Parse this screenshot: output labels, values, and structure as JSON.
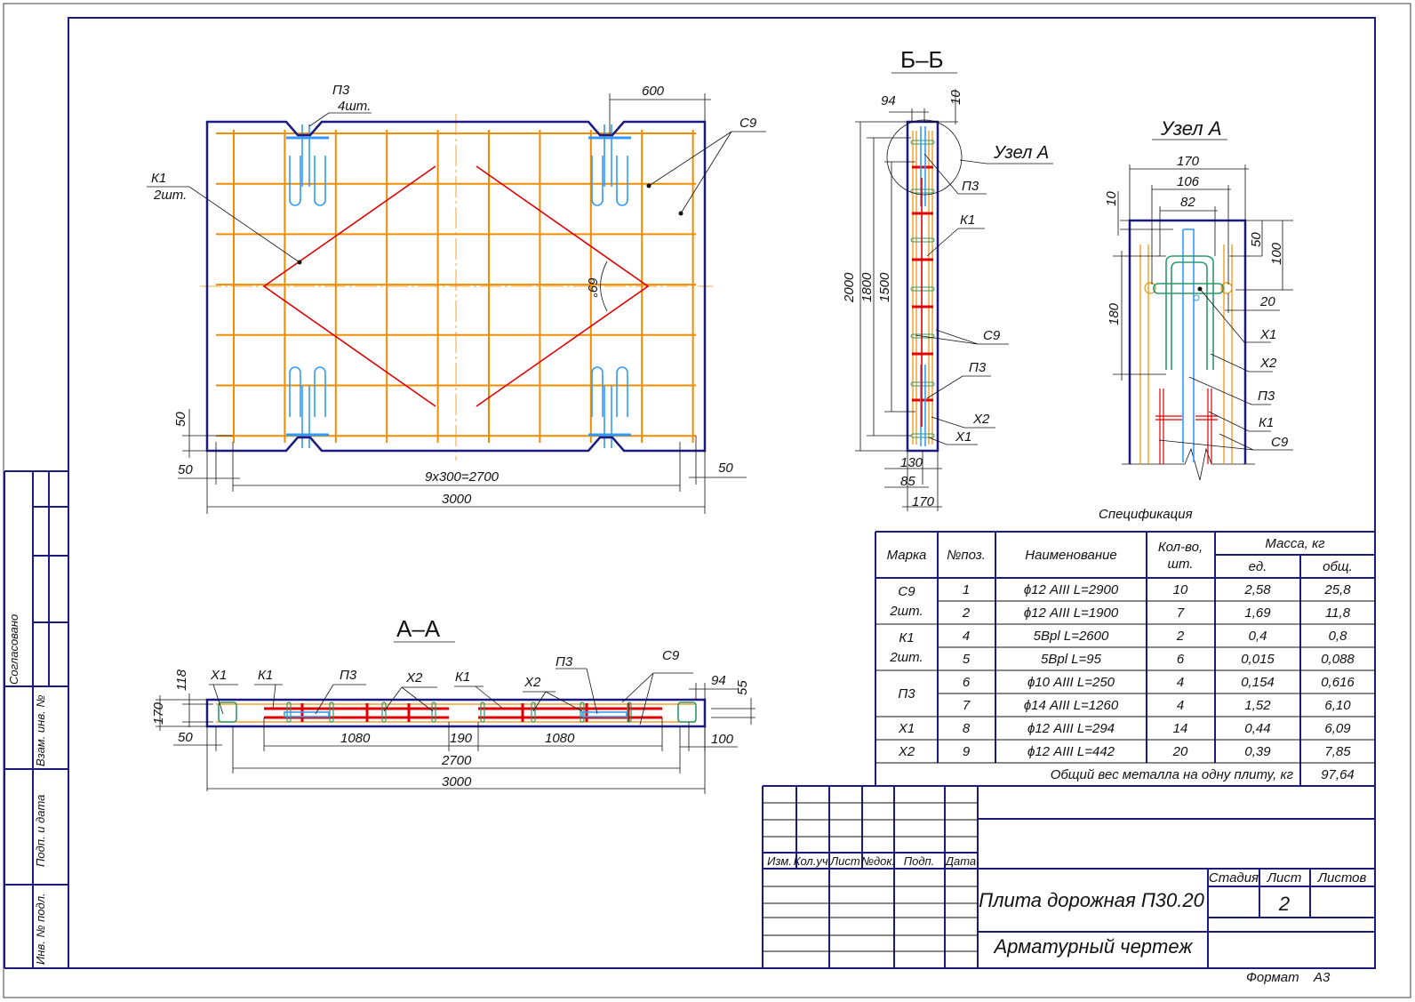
{
  "plan": {
    "labels": {
      "p3": "П3",
      "p3_count": "4шт.",
      "k1": "К1",
      "k1_count": "2шт.",
      "c9": "С9"
    },
    "dims": {
      "d600": "600",
      "d50_left_v": "50",
      "d50_left_h": "50",
      "d50_right": "50",
      "d2700": "9х300=2700",
      "d3000": "3000",
      "angle": "69°"
    }
  },
  "section_bb": {
    "title": "Б–Б",
    "node_callout": "Узел А",
    "labels": {
      "p3_top": "П3",
      "k1": "К1",
      "c9": "С9",
      "p3_bottom": "П3",
      "x2": "Х2",
      "x1": "Х1"
    },
    "dims": {
      "d94": "94",
      "d10": "10",
      "d2000": "2000",
      "d1800": "1800",
      "d1500": "1500",
      "d130": "130",
      "d85": "85",
      "d170": "170"
    }
  },
  "node_a": {
    "title": "Узел А",
    "dims": {
      "d170": "170",
      "d106": "106",
      "d82": "82",
      "d10": "10",
      "d50": "50",
      "d100": "100",
      "d20": "20",
      "d180": "180"
    },
    "labels": {
      "x1": "Х1",
      "x2": "Х2",
      "p3": "П3",
      "k1": "К1",
      "c9": "С9"
    }
  },
  "section_aa": {
    "title": "А–А",
    "labels": {
      "x1": "Х1",
      "k1_left": "К1",
      "p3_left": "П3",
      "x2_left": "Х2",
      "k1_right": "К1",
      "x2_right": "Х2",
      "p3_right": "П3",
      "c9": "С9"
    },
    "dims": {
      "d118": "118",
      "d170": "170",
      "d50": "50",
      "d1080_left": "1080",
      "d190": "190",
      "d1080_right": "1080",
      "d2700": "2700",
      "d3000": "3000",
      "d94": "94",
      "d55": "55",
      "d100": "100"
    }
  },
  "spec": {
    "title": "Спецификация",
    "headers": {
      "mark": "Марка",
      "pos": "№поз.",
      "name": "Наименование",
      "qty_line1": "Кол-во,",
      "qty_line2": "шт.",
      "mass": "Масса, кг",
      "mass_unit": "ед.",
      "mass_total": "общ."
    },
    "groups": [
      {
        "mark": "С9",
        "mark_count": "2шт."
      },
      {
        "mark": "К1",
        "mark_count": "2шт."
      },
      {
        "mark": "П3"
      },
      {
        "mark": "Х1"
      },
      {
        "mark": "Х2"
      }
    ],
    "rows": [
      {
        "pos": "1",
        "name": "ϕ12 AIII L=2900",
        "qty": "10",
        "unit": "2,58",
        "total": "25,8"
      },
      {
        "pos": "2",
        "name": "ϕ12 AIII L=1900",
        "qty": "7",
        "unit": "1,69",
        "total": "11,8"
      },
      {
        "pos": "4",
        "name": "5Bpl L=2600",
        "qty": "2",
        "unit": "0,4",
        "total": "0,8"
      },
      {
        "pos": "5",
        "name": "5Bpl L=95",
        "qty": "6",
        "unit": "0,015",
        "total": "0,088"
      },
      {
        "pos": "6",
        "name": "ϕ10 AIII L=250",
        "qty": "4",
        "unit": "0,154",
        "total": "0,616"
      },
      {
        "pos": "7",
        "name": "ϕ14 AIII L=1260",
        "qty": "4",
        "unit": "1,52",
        "total": "6,10"
      },
      {
        "pos": "8",
        "name": "ϕ12 AIII L=294",
        "qty": "14",
        "unit": "0,44",
        "total": "6,09"
      },
      {
        "pos": "9",
        "name": "ϕ12 AIII L=442",
        "qty": "20",
        "unit": "0,39",
        "total": "7,85"
      }
    ],
    "total_label": "Общий вес металла на одну плиту, кг",
    "total_value": "97,64"
  },
  "title_block": {
    "columns": [
      "Изм.",
      "Кол.уч.",
      "Лист",
      "№док.",
      "Подп.",
      "Дата"
    ],
    "title": "Плита дорожная П30.20",
    "subtitle": "Арматурный чертеж",
    "stage_label": "Стадия",
    "sheet_label": "Лист",
    "sheets_label": "Листов",
    "sheet_value": "2",
    "format_label": "Формат",
    "format_value": "А3"
  },
  "side_stamp": {
    "agreed": "Согласовано",
    "replaced_inv": "Взам. инв. №",
    "sign_date": "Подп. и дата",
    "orig_inv": "Инв. № подл."
  },
  "colors": {
    "frame": "#1a1a80",
    "mesh": "#f08c00",
    "frame_k1": "#e00000",
    "loop_p3": "#3399ff",
    "clamp_x": "#2a9a6a"
  }
}
